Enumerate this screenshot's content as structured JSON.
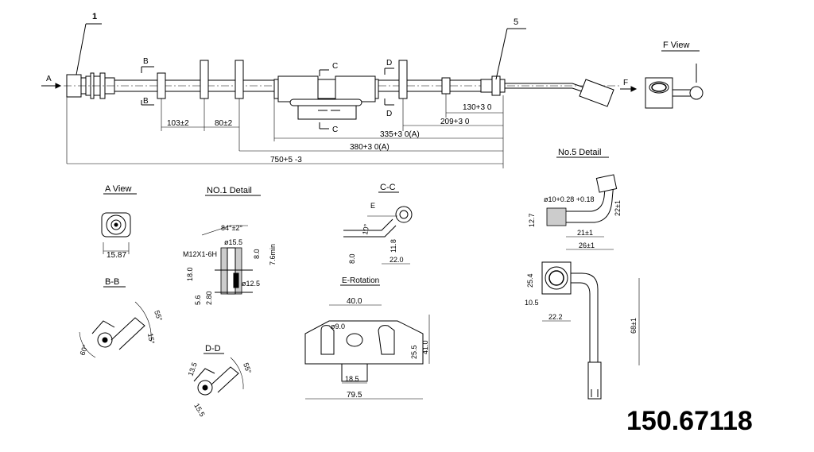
{
  "callouts": {
    "item1": "1",
    "item5": "5"
  },
  "views": {
    "a_arrow": "A",
    "f_arrow": "F",
    "f_view": "F View",
    "a_view": "A View",
    "no1_detail": "NO.1 Detail",
    "cc": "C-C",
    "no5_detail": "No.5 Detail",
    "bb": "B-B",
    "dd": "D-D",
    "e_rotation": "E-Rotation"
  },
  "section_marks": {
    "b": "B",
    "c": "C",
    "d": "D",
    "e": "E"
  },
  "dimensions": {
    "d103": "103±2",
    "d80": "80±2",
    "d130": "130+3 0",
    "d209": "209+3 0",
    "d335": "335+3 0(A)",
    "d380": "380+3 0(A)",
    "d750": "750+5 -3",
    "a_15_87": "15.87",
    "no1_84": "84°±2°",
    "no1_15_5": "ø15.5",
    "no1_thread": "M12X1-6H",
    "no1_8_0": "8.0",
    "no1_7_6": "7.6min",
    "no1_18_0": "18.0",
    "no1_5_6": "5.6",
    "no1_2_80": "2.80",
    "no1_12_5": "ø12.5",
    "cc_10": "10°",
    "cc_11_8": "11.8",
    "cc_8_0": "8.0",
    "cc_22_0": "22.0",
    "n5_dia": "ø10+0.28 +0.18",
    "n5_12_7": "12.7",
    "n5_22": "22±1",
    "n5_21": "21±1",
    "n5_26": "26±1",
    "n5_25_4": "25.4",
    "n5_10_5": "10.5",
    "n5_22_2": "22.2",
    "n5_68": "68±1",
    "bb_55": "55°",
    "bb_15": "15°",
    "bb_60": "60°",
    "dd_55": "55°",
    "dd_13_5": "13.5",
    "dd_15": "15.5",
    "e_40": "40.0",
    "e_9": "ø9.0",
    "e_25_5": "25.5",
    "e_41": "41.0",
    "e_18_5": "18.5",
    "e_79_5": "79.5"
  },
  "part_number": "150.67118"
}
